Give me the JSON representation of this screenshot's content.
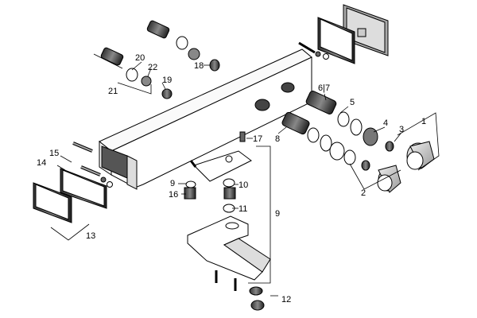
{
  "diagram": {
    "labels": [
      {
        "id": "l1",
        "text": "1"
      },
      {
        "id": "l2",
        "text": "2"
      },
      {
        "id": "l3",
        "text": "3"
      },
      {
        "id": "l4",
        "text": "4"
      },
      {
        "id": "l5",
        "text": "5"
      },
      {
        "id": "l67",
        "text": "6|7"
      },
      {
        "id": "l8",
        "text": "8"
      },
      {
        "id": "l9a",
        "text": "9"
      },
      {
        "id": "l9b",
        "text": "9"
      },
      {
        "id": "l10",
        "text": "10"
      },
      {
        "id": "l11",
        "text": "11"
      },
      {
        "id": "l12",
        "text": "12"
      },
      {
        "id": "l13",
        "text": "13"
      },
      {
        "id": "l14",
        "text": "14"
      },
      {
        "id": "l15",
        "text": "15"
      },
      {
        "id": "l16",
        "text": "16"
      },
      {
        "id": "l17",
        "text": "17"
      },
      {
        "id": "l18",
        "text": "18"
      },
      {
        "id": "l19",
        "text": "19"
      },
      {
        "id": "l20",
        "text": "20"
      },
      {
        "id": "l21",
        "text": "21"
      },
      {
        "id": "l22",
        "text": "22"
      }
    ]
  }
}
